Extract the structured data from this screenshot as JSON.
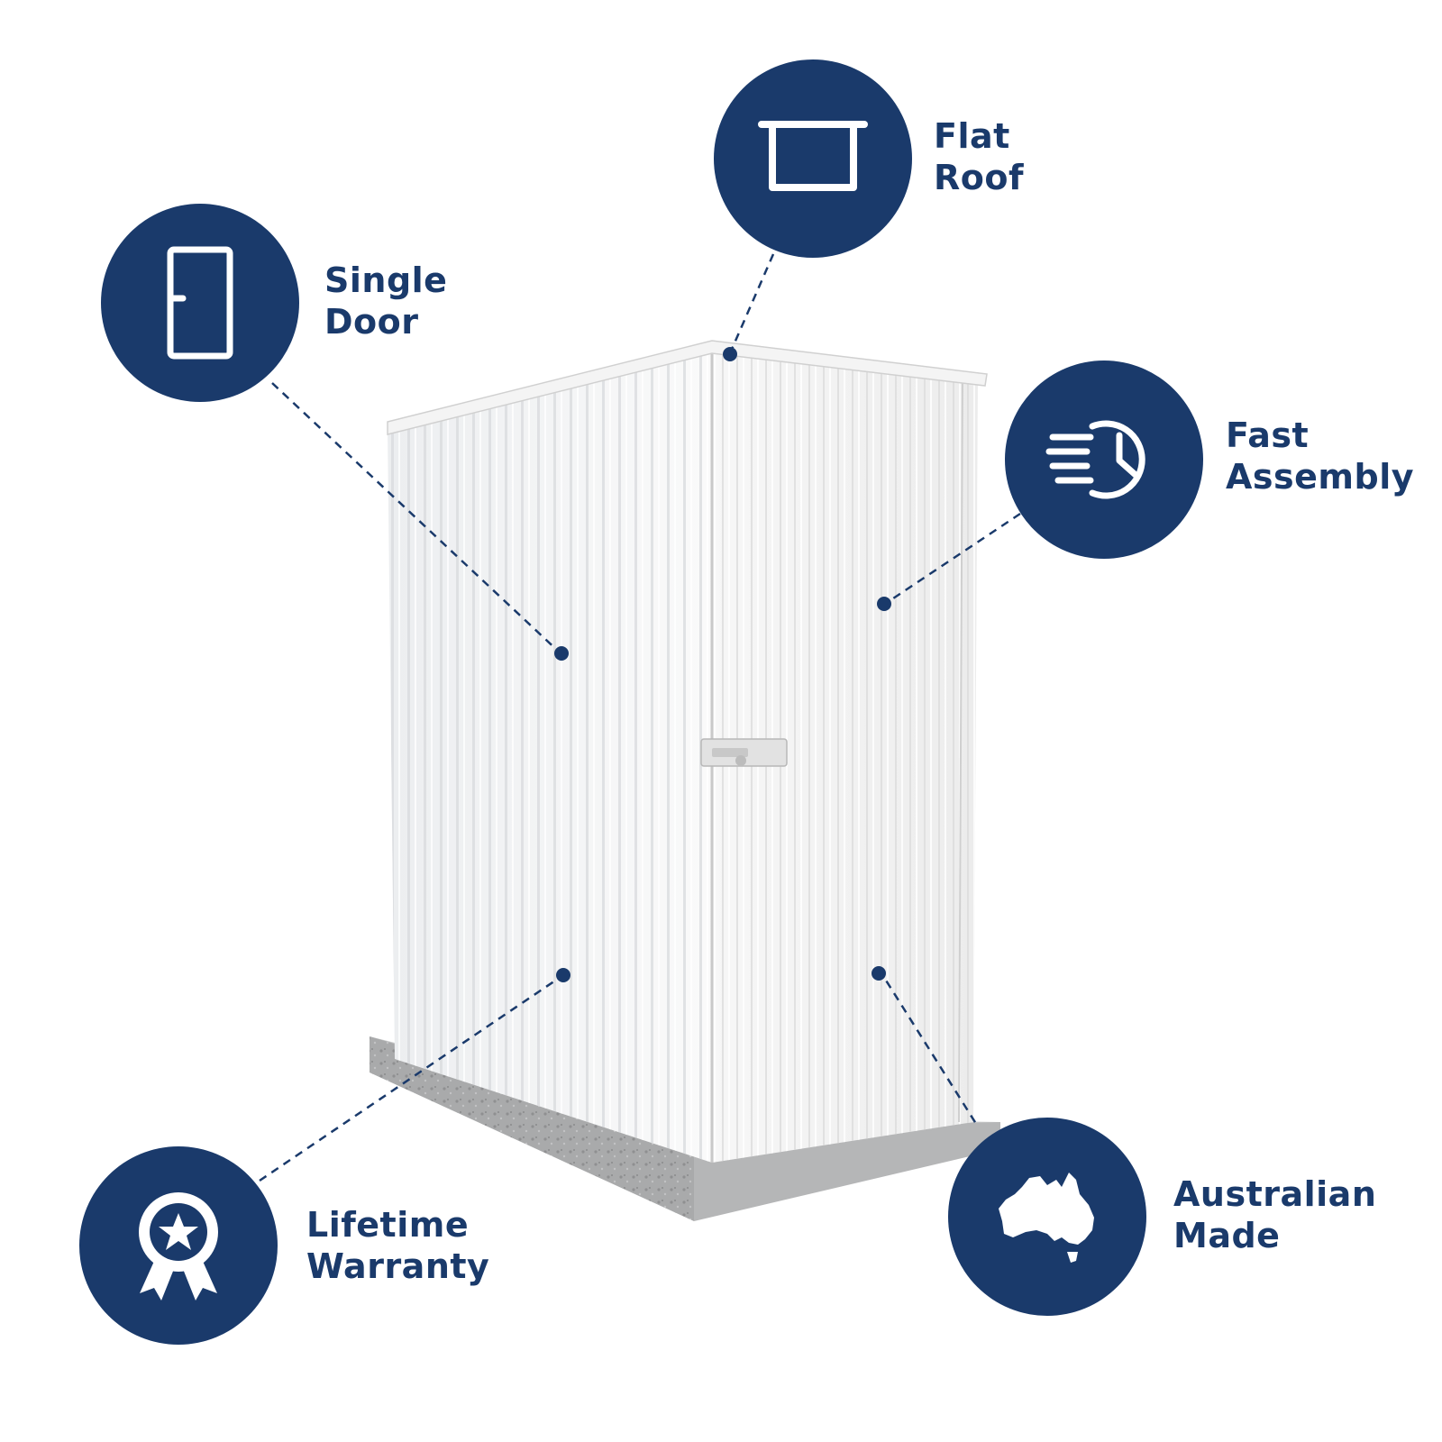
{
  "brand": {
    "accent": "#1a3a6b",
    "background": "#ffffff"
  },
  "product": {
    "image_name": "single-door-flat-roof-garden-shed"
  },
  "features": [
    {
      "id": "flat-roof",
      "icon": "flat-roof-icon",
      "line1": "Flat",
      "line2": "Roof"
    },
    {
      "id": "single-door",
      "icon": "door-icon",
      "line1": "Single",
      "line2": "Door"
    },
    {
      "id": "fast-assembly",
      "icon": "clock-speed-icon",
      "line1": "Fast",
      "line2": "Assembly"
    },
    {
      "id": "lifetime-warranty",
      "icon": "award-ribbon-icon",
      "line1": "Lifetime",
      "line2": "Warranty"
    },
    {
      "id": "australian-made",
      "icon": "australia-map-icon",
      "line1": "Australian",
      "line2": "Made"
    }
  ]
}
